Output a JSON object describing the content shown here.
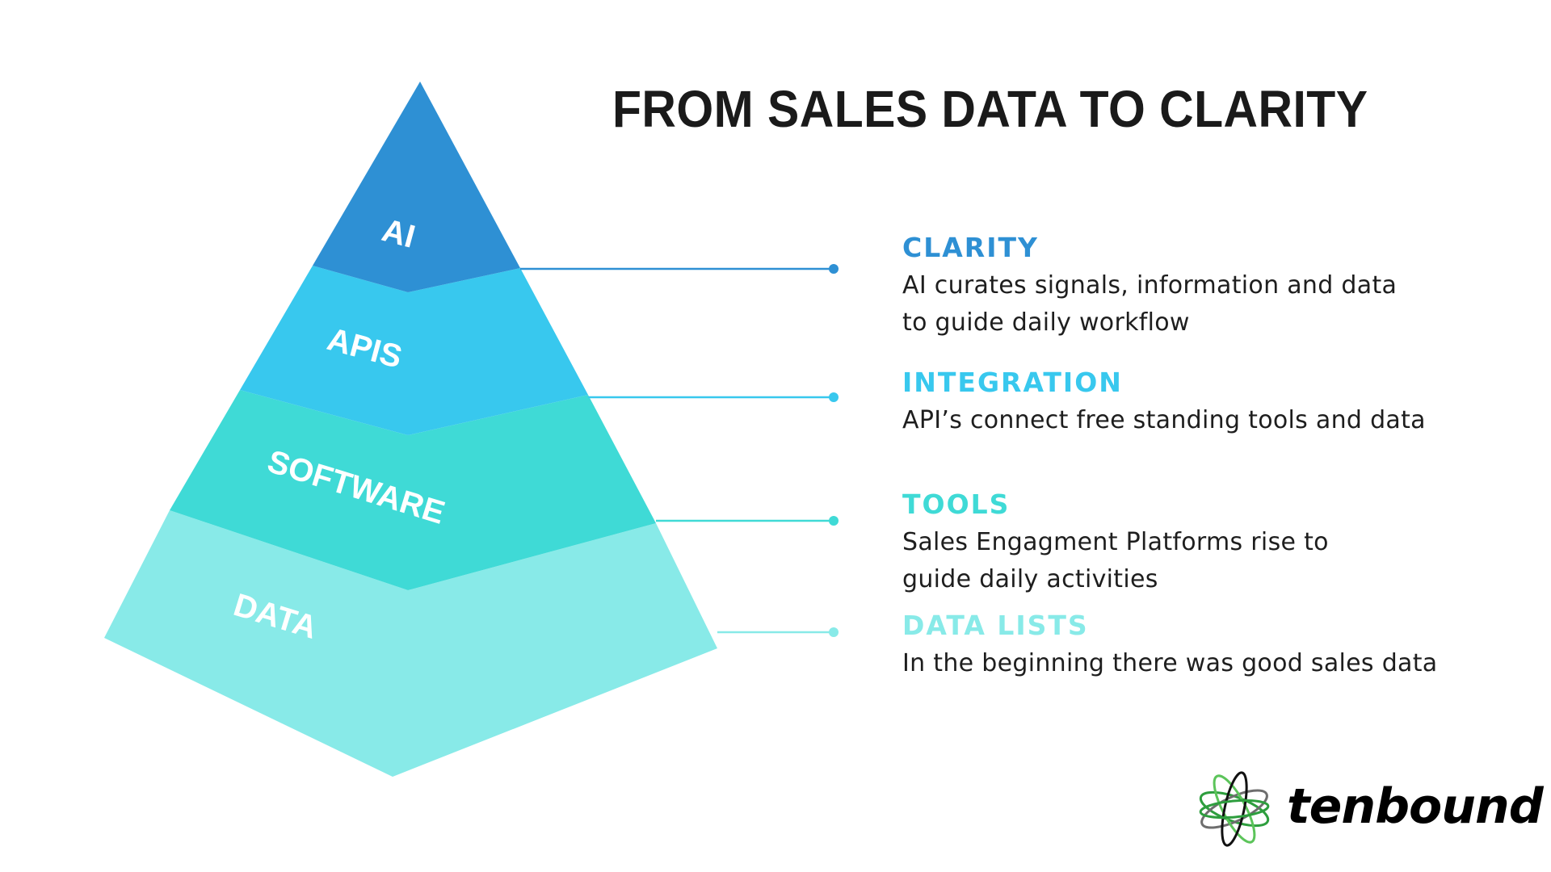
{
  "title": "FROM SALES DATA TO CLARITY",
  "pyramid": {
    "layers": [
      {
        "label": "AI",
        "color": "#2E90D4"
      },
      {
        "label": "APIS",
        "color": "#38C8EE"
      },
      {
        "label": "SOFTWARE",
        "color": "#3FDAD6"
      },
      {
        "label": "DATA",
        "color": "#88EAE8"
      }
    ]
  },
  "stages": [
    {
      "heading": "CLARITY",
      "color": "#2E90D4",
      "body": "AI curates signals, information and data to guide daily workflow"
    },
    {
      "heading": "INTEGRATION",
      "color": "#38C8EE",
      "body": "API’s connect free standing tools and data"
    },
    {
      "heading": "TOOLS",
      "color": "#3FDAD6",
      "body": "Sales Engagment Platforms rise to guide daily activities"
    },
    {
      "heading": "DATA LISTS",
      "color": "#88EAE8",
      "body": "In the beginning there was good sales data"
    }
  ],
  "logo": {
    "text": "tenbound",
    "icon": "atom-orbit-icon",
    "colors": {
      "green": "#2E9E3E",
      "light_green": "#5CC45A",
      "gray": "#6E6E6E",
      "black": "#111111"
    }
  }
}
